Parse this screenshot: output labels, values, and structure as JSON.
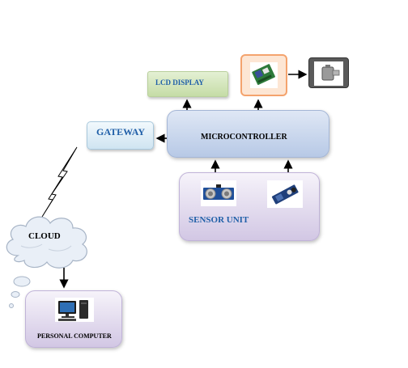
{
  "nodes": {
    "lcd_display": {
      "label": "LCD DISPLAY"
    },
    "gateway": {
      "label": "GATEWAY"
    },
    "microcontroller": {
      "label": "MICROCONTROLLER"
    },
    "sensor_unit": {
      "label": "SENSOR UNIT"
    },
    "cloud": {
      "label": "CLOUD"
    },
    "personal_computer": {
      "label": "PERSONAL COMPUTER"
    }
  },
  "icons": {
    "relay_module": "relay-module-icon",
    "motor": "motor-icon",
    "ultrasonic_sensor": "ultrasonic-sensor-icon",
    "ir_sensor": "ir-sensor-icon",
    "computer": "computer-icon",
    "wireless_link": "lightning-link-icon"
  },
  "colors": {
    "lcd_fill": "#cfe3b5",
    "gateway_fill": "#dcecf5",
    "microcontroller_fill": "#c3d3ec",
    "sensor_unit_fill": "#d6cce6",
    "pc_fill": "#d6cce6",
    "relay_frame": "#f4a36d",
    "label_blue": "#1f5fa8"
  }
}
